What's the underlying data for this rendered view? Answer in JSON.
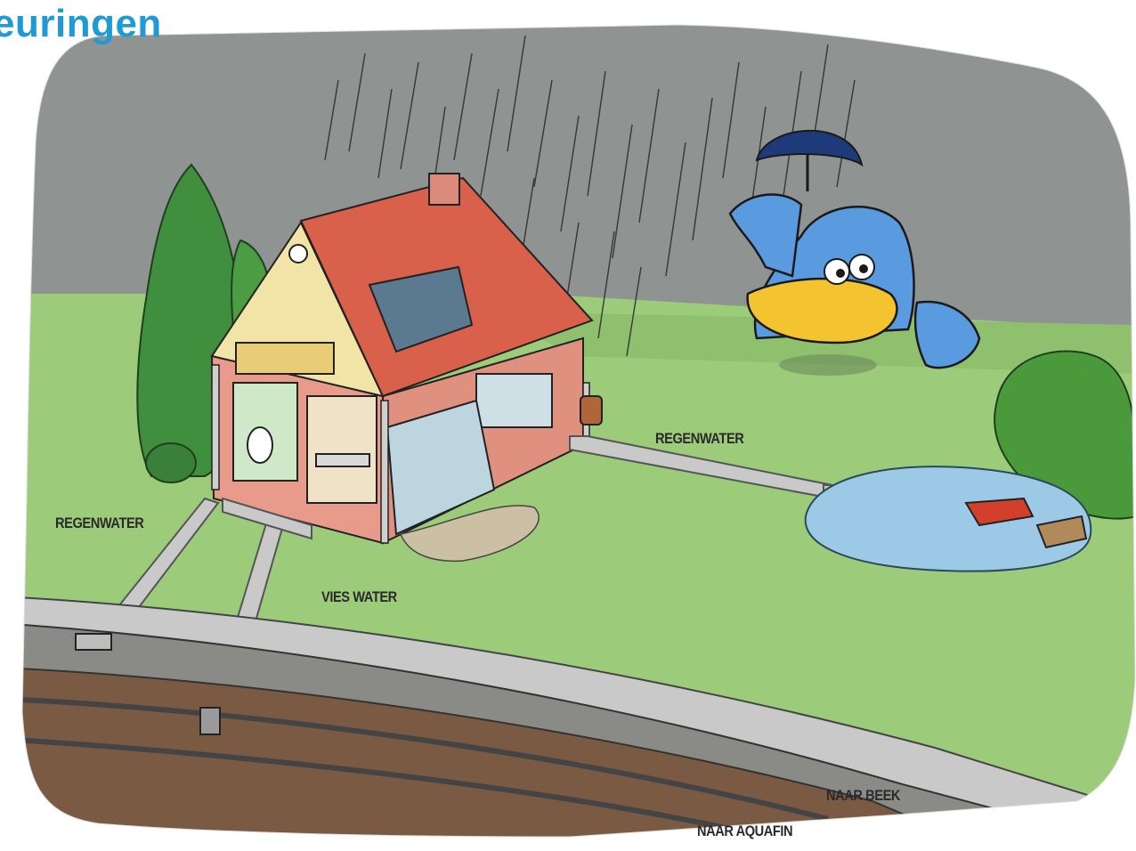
{
  "title": "euringen",
  "labels": {
    "rainwater_left": "REGENWATER",
    "rainwater_right": "REGENWATER",
    "dirty_water": "VIES WATER",
    "to_stream": "NAAR BEEK",
    "to_aquafin": "NAAR AQUAFIN"
  },
  "colors": {
    "title": "#1f9ad6",
    "sky": "#8f9492",
    "grass": "#9ccb7a",
    "roof": "#d9604a",
    "walls": "#eaa89a",
    "mascot": "#5a9be0",
    "beak": "#f4c430",
    "pond": "#9cc9e6"
  }
}
